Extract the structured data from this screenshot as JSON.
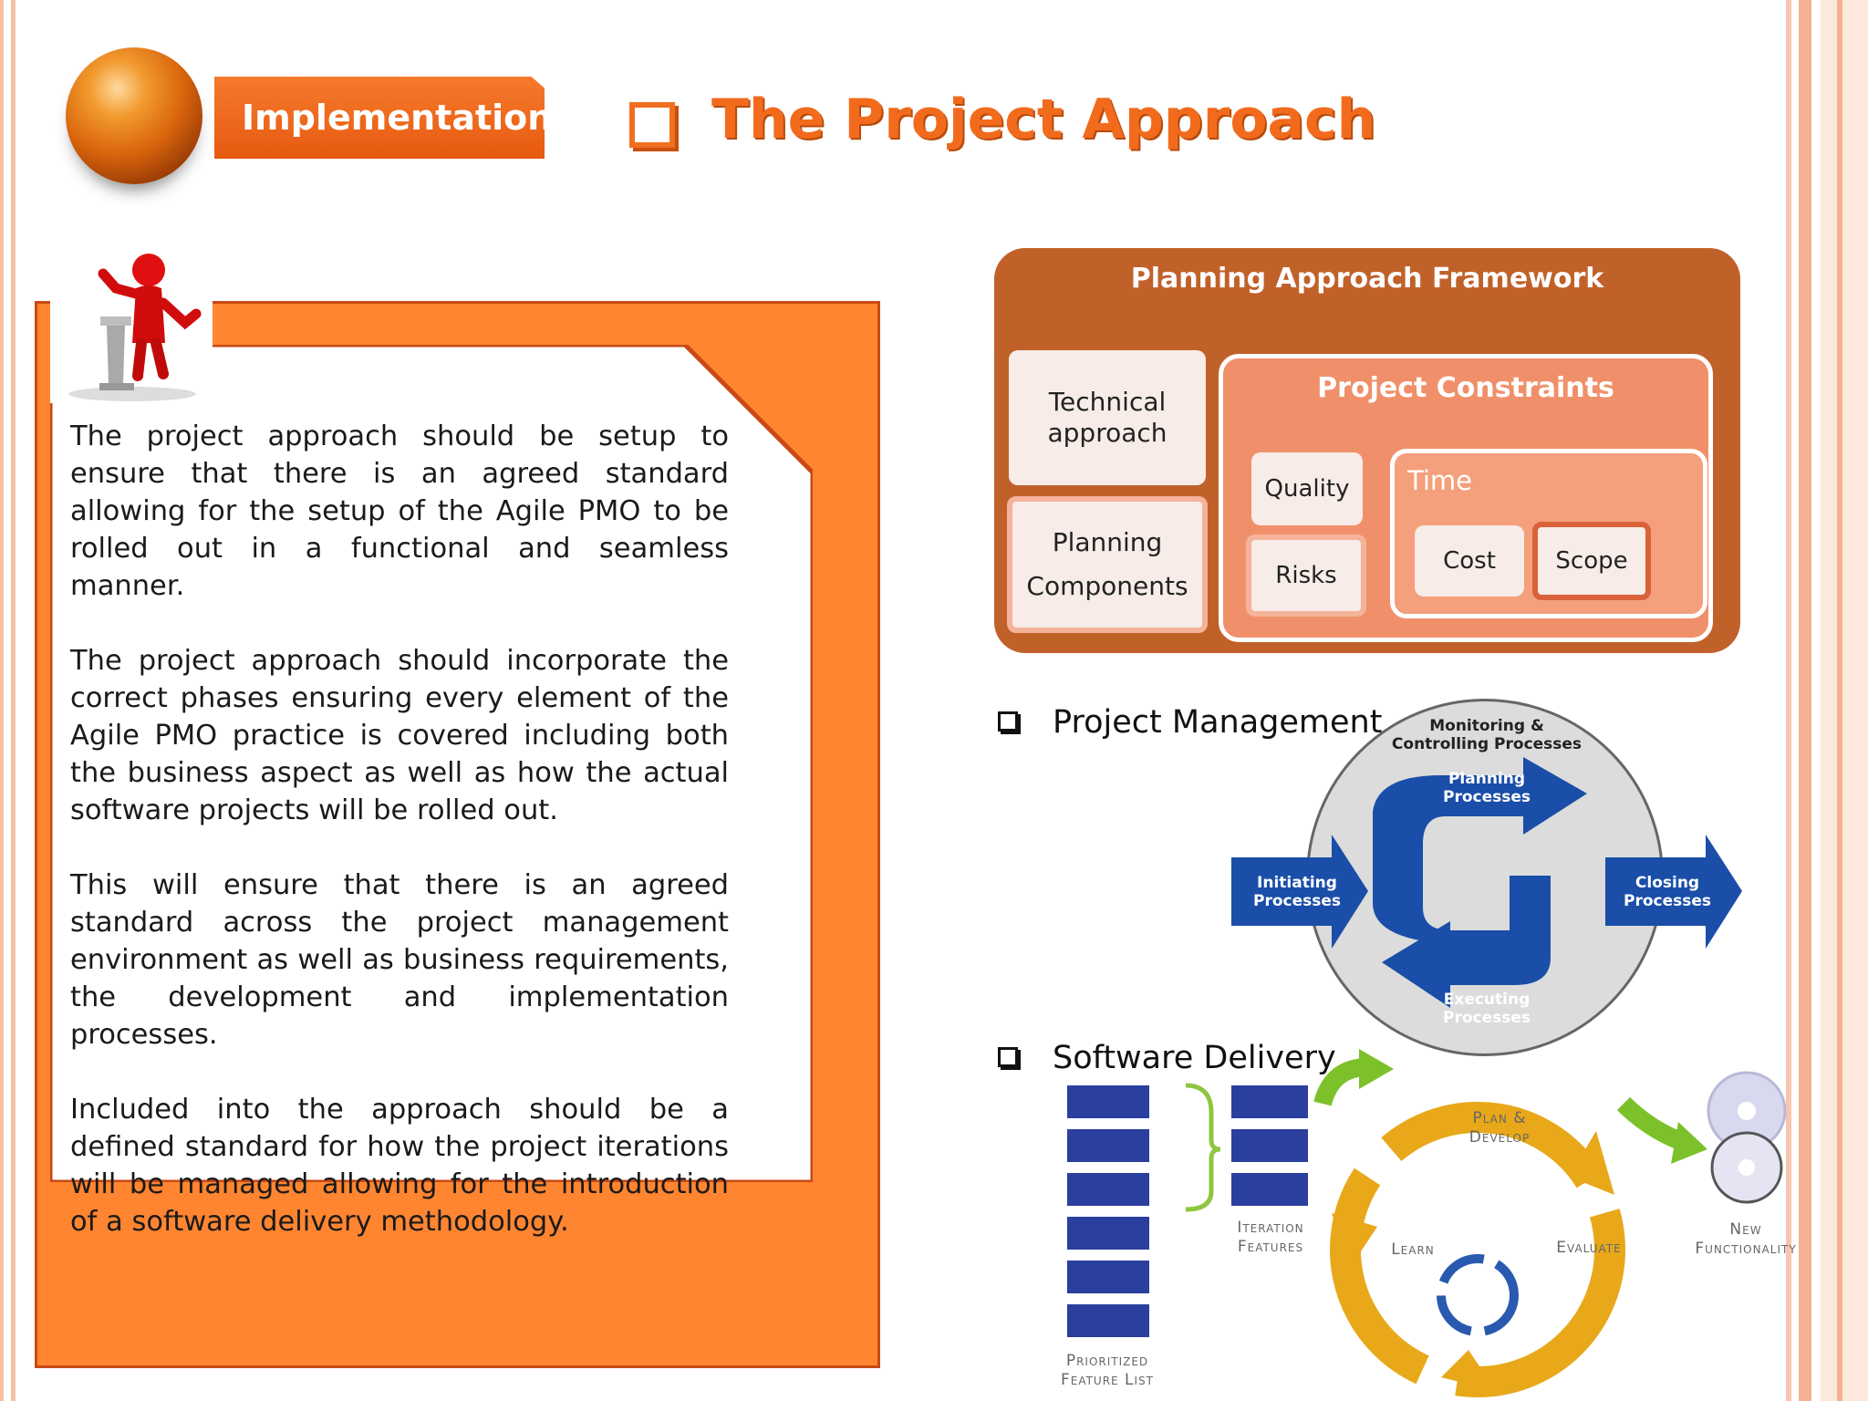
{
  "header": {
    "section_label": "Implementation",
    "page_title": "The Project Approach"
  },
  "left_panel": {
    "paragraphs": [
      "The project approach should be setup to ensure that there is an agreed standard allowing for the setup of the Agile PMO to be rolled out in a functional and seamless manner.",
      "The project approach should incorporate the correct phases ensuring every element of the Agile PMO practice is covered including both the business aspect as well as how the actual software projects will be rolled out.",
      "This will ensure that there is an agreed standard across the project management environment as well as business requirements, the development and implementation processes.",
      "Included into the approach should be a defined standard for how the project iterations will be managed allowing for the introduction of a software delivery methodology."
    ]
  },
  "framework": {
    "title": "Planning Approach Framework",
    "technical_approach": "Technical approach",
    "planning_components": "Planning Components",
    "constraints_title": "Project Constraints",
    "quality": "Quality",
    "risks": "Risks",
    "time": "Time",
    "cost": "Cost",
    "scope": "Scope",
    "colors": {
      "outer": "#c1612a",
      "constraints": "#f0906a",
      "time": "#f4a07c",
      "card": "#f7ece7"
    }
  },
  "bullets": {
    "project_management": "Project Management",
    "software_delivery": "Software Delivery"
  },
  "pm_cycle": {
    "monitoring": "Monitoring & Controlling Processes",
    "planning": "Planning Processes",
    "initiating": "Initiating Processes",
    "closing": "Closing Processes",
    "executing": "Executing Processes",
    "colors": {
      "blue": "#1a4ea8",
      "grey": "#dcdcdc"
    }
  },
  "software_delivery": {
    "plan_develop": "Plan & Develop",
    "learn": "Learn",
    "evaluate": "Evaluate",
    "iteration_features": "Iteration Features",
    "prioritized_feature_list": "Prioritized Feature List",
    "new_functionality": "New Functionality",
    "colors": {
      "cycle": "#e8a81a",
      "arrow": "#7cc12a",
      "block": "#2b3f9e"
    }
  }
}
